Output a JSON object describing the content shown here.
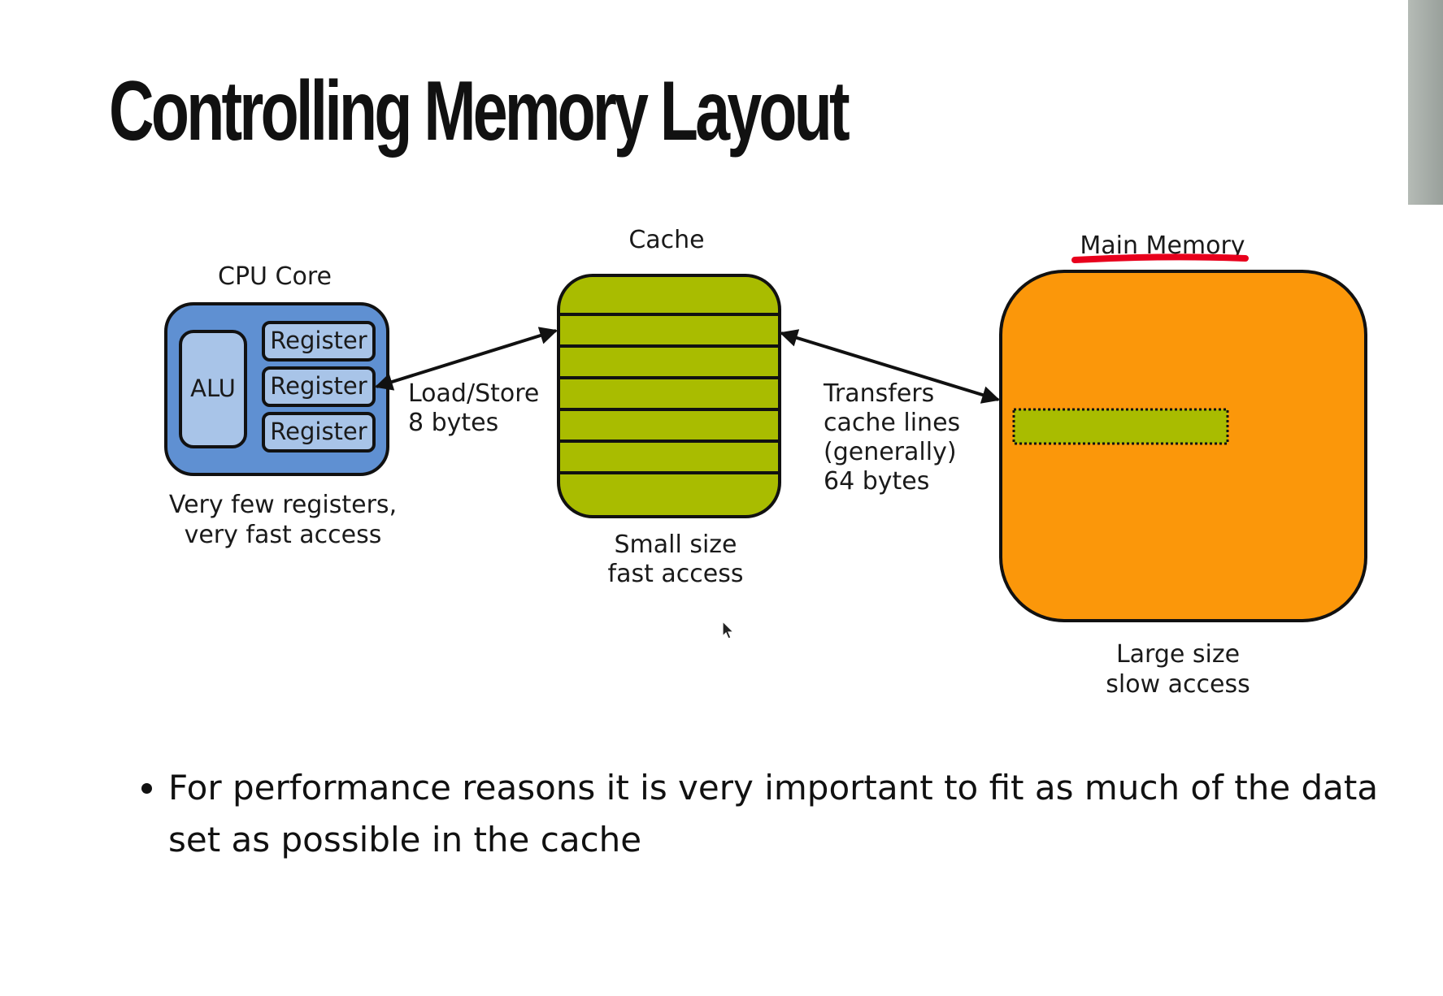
{
  "slide": {
    "title": "Controlling Memory Layout"
  },
  "diagram": {
    "cpu": {
      "label": "CPU Core",
      "alu_label": "ALU",
      "registers": [
        "Register",
        "Register",
        "Register"
      ],
      "caption_lines": [
        "Very few registers,",
        "very fast access"
      ],
      "color": "#5f90d2"
    },
    "link_cpu_cache": {
      "label_lines": [
        "Load/Store",
        "8 bytes"
      ]
    },
    "cache": {
      "label": "Cache",
      "caption_lines": [
        "Small size",
        "fast access"
      ],
      "color": "#a9bc00"
    },
    "link_cache_memory": {
      "label_lines": [
        "Transfers",
        "cache lines",
        "(generally)",
        "64 bytes"
      ]
    },
    "memory": {
      "label": "Main Memory",
      "caption_lines": [
        "Large size",
        "slow access"
      ],
      "color": "#fb970a",
      "underline_color": "#e8001c"
    }
  },
  "bullets": [
    "For performance reasons it is very important to fit as much of the data set as possible in the cache"
  ]
}
